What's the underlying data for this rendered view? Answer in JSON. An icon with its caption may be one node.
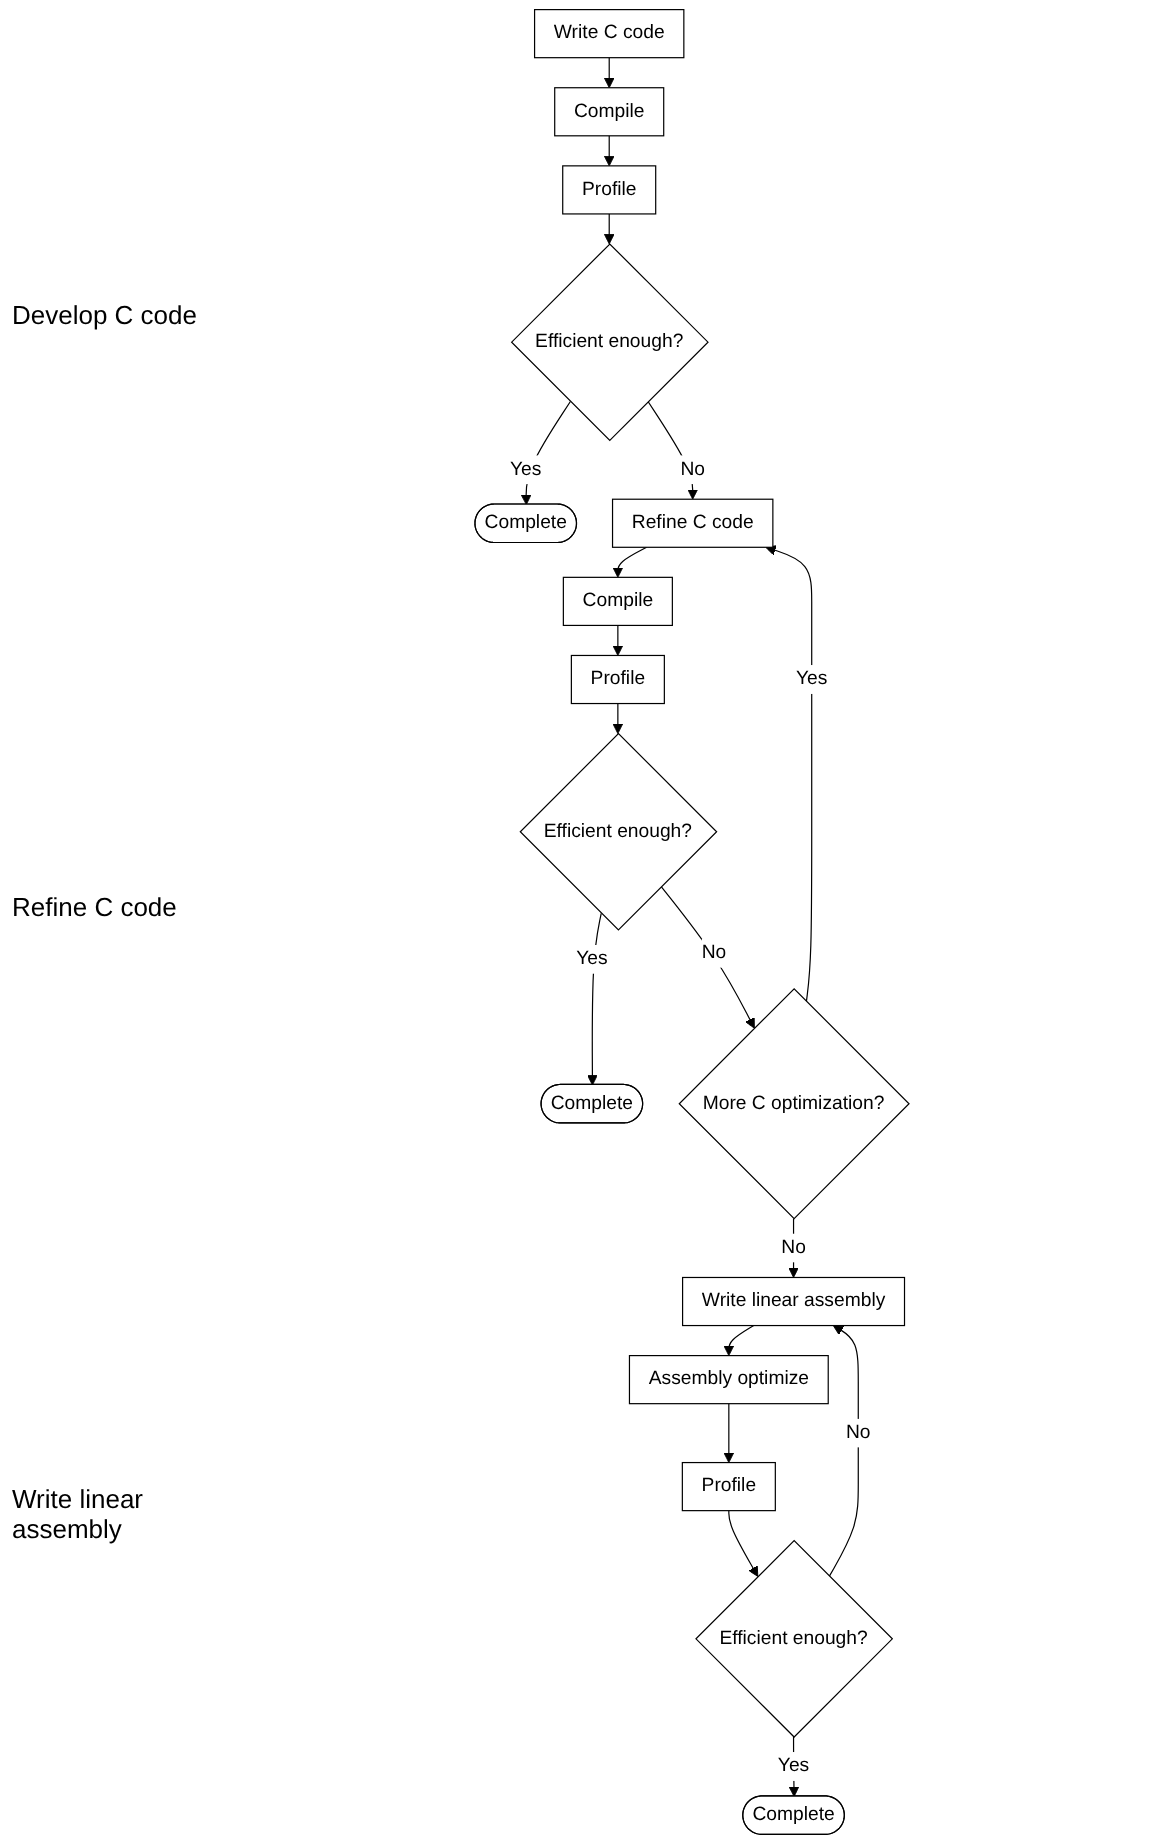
{
  "diagram": {
    "nodes": [
      {
        "text": [
          "Write C code"
        ]
      },
      {
        "text": [
          "Compile"
        ]
      },
      {
        "text": [
          "Profile"
        ]
      },
      {
        "text": [
          "Efficient enough?"
        ]
      },
      {
        "text": [
          "Complete"
        ]
      },
      {
        "text": [
          "Refine C code"
        ]
      },
      {
        "text": [
          "Compile"
        ]
      },
      {
        "text": [
          "Profile"
        ]
      },
      {
        "text": [
          "Efficient enough?"
        ]
      },
      {
        "text": [
          "Complete"
        ]
      },
      {
        "text": [
          "More C optimization?"
        ]
      },
      {
        "text": [
          "Write linear assembly"
        ]
      },
      {
        "text": [
          "Assembly optimize"
        ]
      },
      {
        "text": [
          "Profile"
        ]
      },
      {
        "text": [
          "Efficient enough?"
        ]
      },
      {
        "text": [
          "Complete"
        ]
      }
    ],
    "edges": [
      {
        "from": 0,
        "to": 1,
        "arrow": "to"
      },
      {
        "from": 1,
        "to": 2,
        "arrow": "to"
      },
      {
        "from": 2,
        "to": 3,
        "arrow": "to"
      },
      {
        "from": 3,
        "to": 4,
        "arrow": "to",
        "label": "Yes"
      },
      {
        "from": 3,
        "to": 5,
        "arrow": "to",
        "label": "No"
      },
      {
        "from": 5,
        "to": 6,
        "arrow": "to"
      },
      {
        "from": 6,
        "to": 7,
        "arrow": "to"
      },
      {
        "from": 7,
        "to": 8,
        "arrow": "to"
      },
      {
        "from": 8,
        "to": 9,
        "arrow": "to",
        "label": "Yes"
      },
      {
        "from": 8,
        "to": 10,
        "arrow": "to",
        "label": "No"
      },
      {
        "from": 10,
        "to": 5,
        "arrow": "to",
        "label": "Yes"
      },
      {
        "from": 10,
        "to": 11,
        "arrow": "to",
        "label": "No"
      },
      {
        "from": 11,
        "to": 12,
        "arrow": "to"
      },
      {
        "from": 12,
        "to": 13,
        "arrow": "to"
      },
      {
        "from": 13,
        "to": 14,
        "arrow": "to"
      },
      {
        "from": 14,
        "to": 11,
        "arrow": "to",
        "label": "No"
      },
      {
        "from": 14,
        "to": 15,
        "arrow": "to",
        "label": "Yes"
      }
    ],
    "labels": [
      "Develop C code",
      "Refine C code",
      "Write linear assembly"
    ]
  }
}
